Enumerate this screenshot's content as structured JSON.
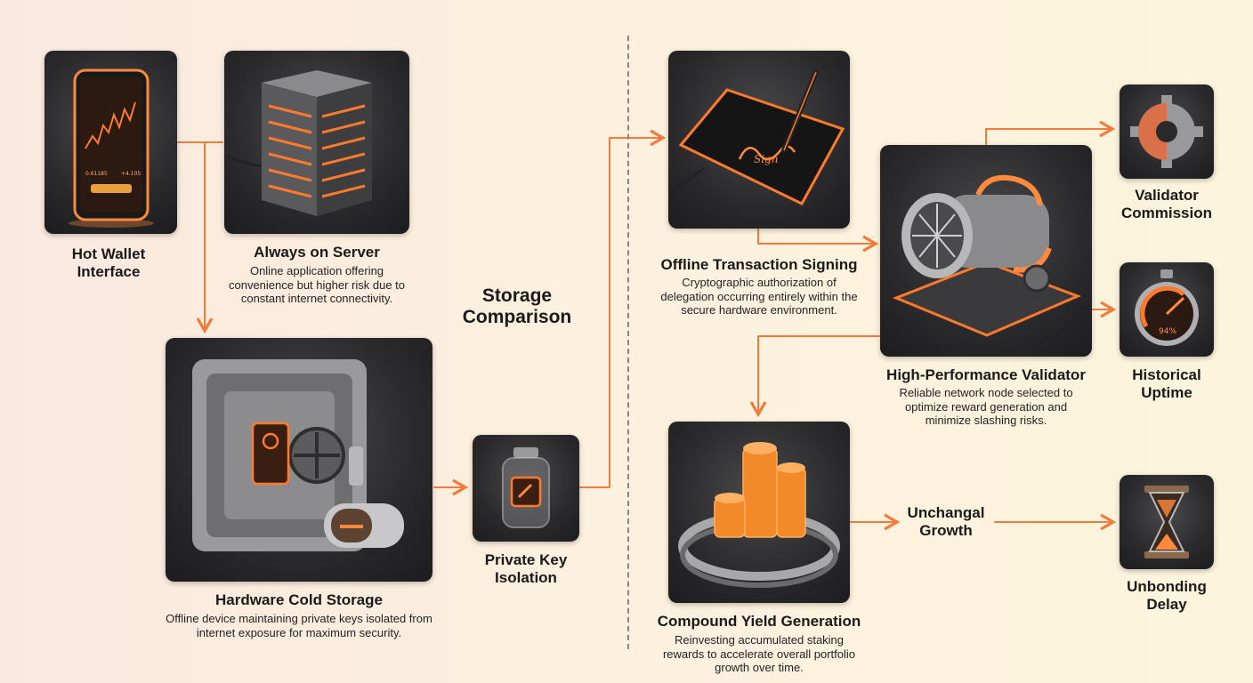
{
  "center": {
    "title": "Storage Comparison"
  },
  "nodes": {
    "hot_wallet": {
      "title": "Hot Wallet Interface"
    },
    "server": {
      "title": "Always on Server",
      "desc": "Online application offering convenience but higher risk due to constant internet connectivity."
    },
    "cold_storage": {
      "title": "Hardware Cold Storage",
      "desc": "Offline device maintaining private keys isolated from internet exposure for maximum security."
    },
    "private_key": {
      "title": "Private Key Isolation"
    },
    "signing": {
      "title": "Offline Transaction Signing",
      "desc": "Cryptographic authorization of delegation occurring entirely within the secure hardware environment."
    },
    "validator": {
      "title": "High-Performance Validator",
      "desc": "Reliable network node selected to optimize reward generation and minimize slashing risks."
    },
    "commission": {
      "title": "Validator Commission"
    },
    "uptime": {
      "title": "Historical Uptime"
    },
    "compound": {
      "title": "Compound Yield Generation",
      "desc": "Reinvesting accumulated staking rewards to accelerate overall portfolio growth over time."
    },
    "unchangal": {
      "title": "Unchangal Growth"
    },
    "unbonding": {
      "title": "Unbonding Delay"
    }
  },
  "phone_screen": {
    "balance": "0.61185",
    "change": "+4.105"
  },
  "gauge_readout": "94%",
  "signature_text": "Sign",
  "colors": {
    "accent": "#f47a3c",
    "glow": "#ff8a3d",
    "card_bg": "#2a2a2c"
  }
}
